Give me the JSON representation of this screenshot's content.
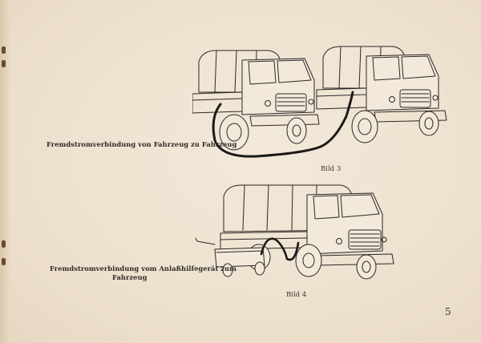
{
  "figure3": {
    "caption": "Fremdstromverbindung von Fahrzeug zu Fahrzeug",
    "label": "Bild 3"
  },
  "figure4": {
    "caption_line1": "Fremdstromverbindung vom Anlaßhilfegerät zum",
    "caption_line2": "Fahrzeug",
    "label": "Bild 4"
  },
  "page_number": "5"
}
